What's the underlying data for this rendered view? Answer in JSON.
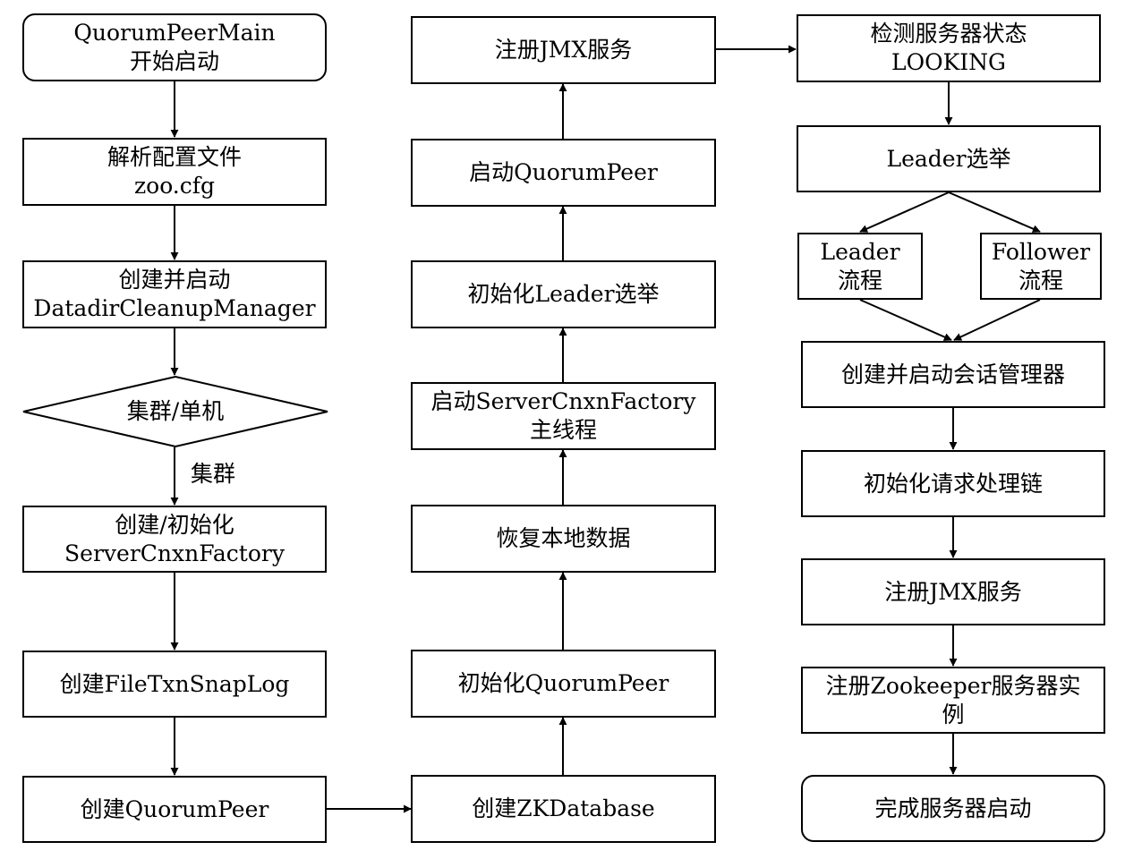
{
  "nodes": {
    "start": "QuorumPeerMain\n开始启动",
    "parse_config": "解析配置文件\nzoo.cfg",
    "cleanup_manager": "创建并启动\nDatadirCleanupManager",
    "cluster_decision": "集群/单机",
    "init_cnxn_factory": "创建/初始化\nServerCnxnFactory",
    "create_txn_snaplog": "创建FileTxnSnapLog",
    "create_quorum_peer": "创建QuorumPeer",
    "create_zk_database": "创建ZKDatabase",
    "init_quorum_peer": "初始化QuorumPeer",
    "restore_local_data": "恢复本地数据",
    "start_cnxn_factory": "启动ServerCnxnFactory\n主线程",
    "init_leader_election": "初始化Leader选举",
    "start_quorum_peer": "启动QuorumPeer",
    "register_jmx_1": "注册JMX服务",
    "check_server_state": "检测服务器状态\nLOOKING",
    "leader_election": "Leader选举",
    "leader_flow": "Leader\n流程",
    "follower_flow": "Follower\n流程",
    "session_manager": "创建并启动会话管理器",
    "init_request_chain": "初始化请求处理链",
    "register_jmx_2": "注册JMX服务",
    "register_zk_instance": "注册Zookeeper服务器实\n例",
    "finish_startup": "完成服务器启动"
  },
  "edge_labels": {
    "cluster": "集群"
  }
}
